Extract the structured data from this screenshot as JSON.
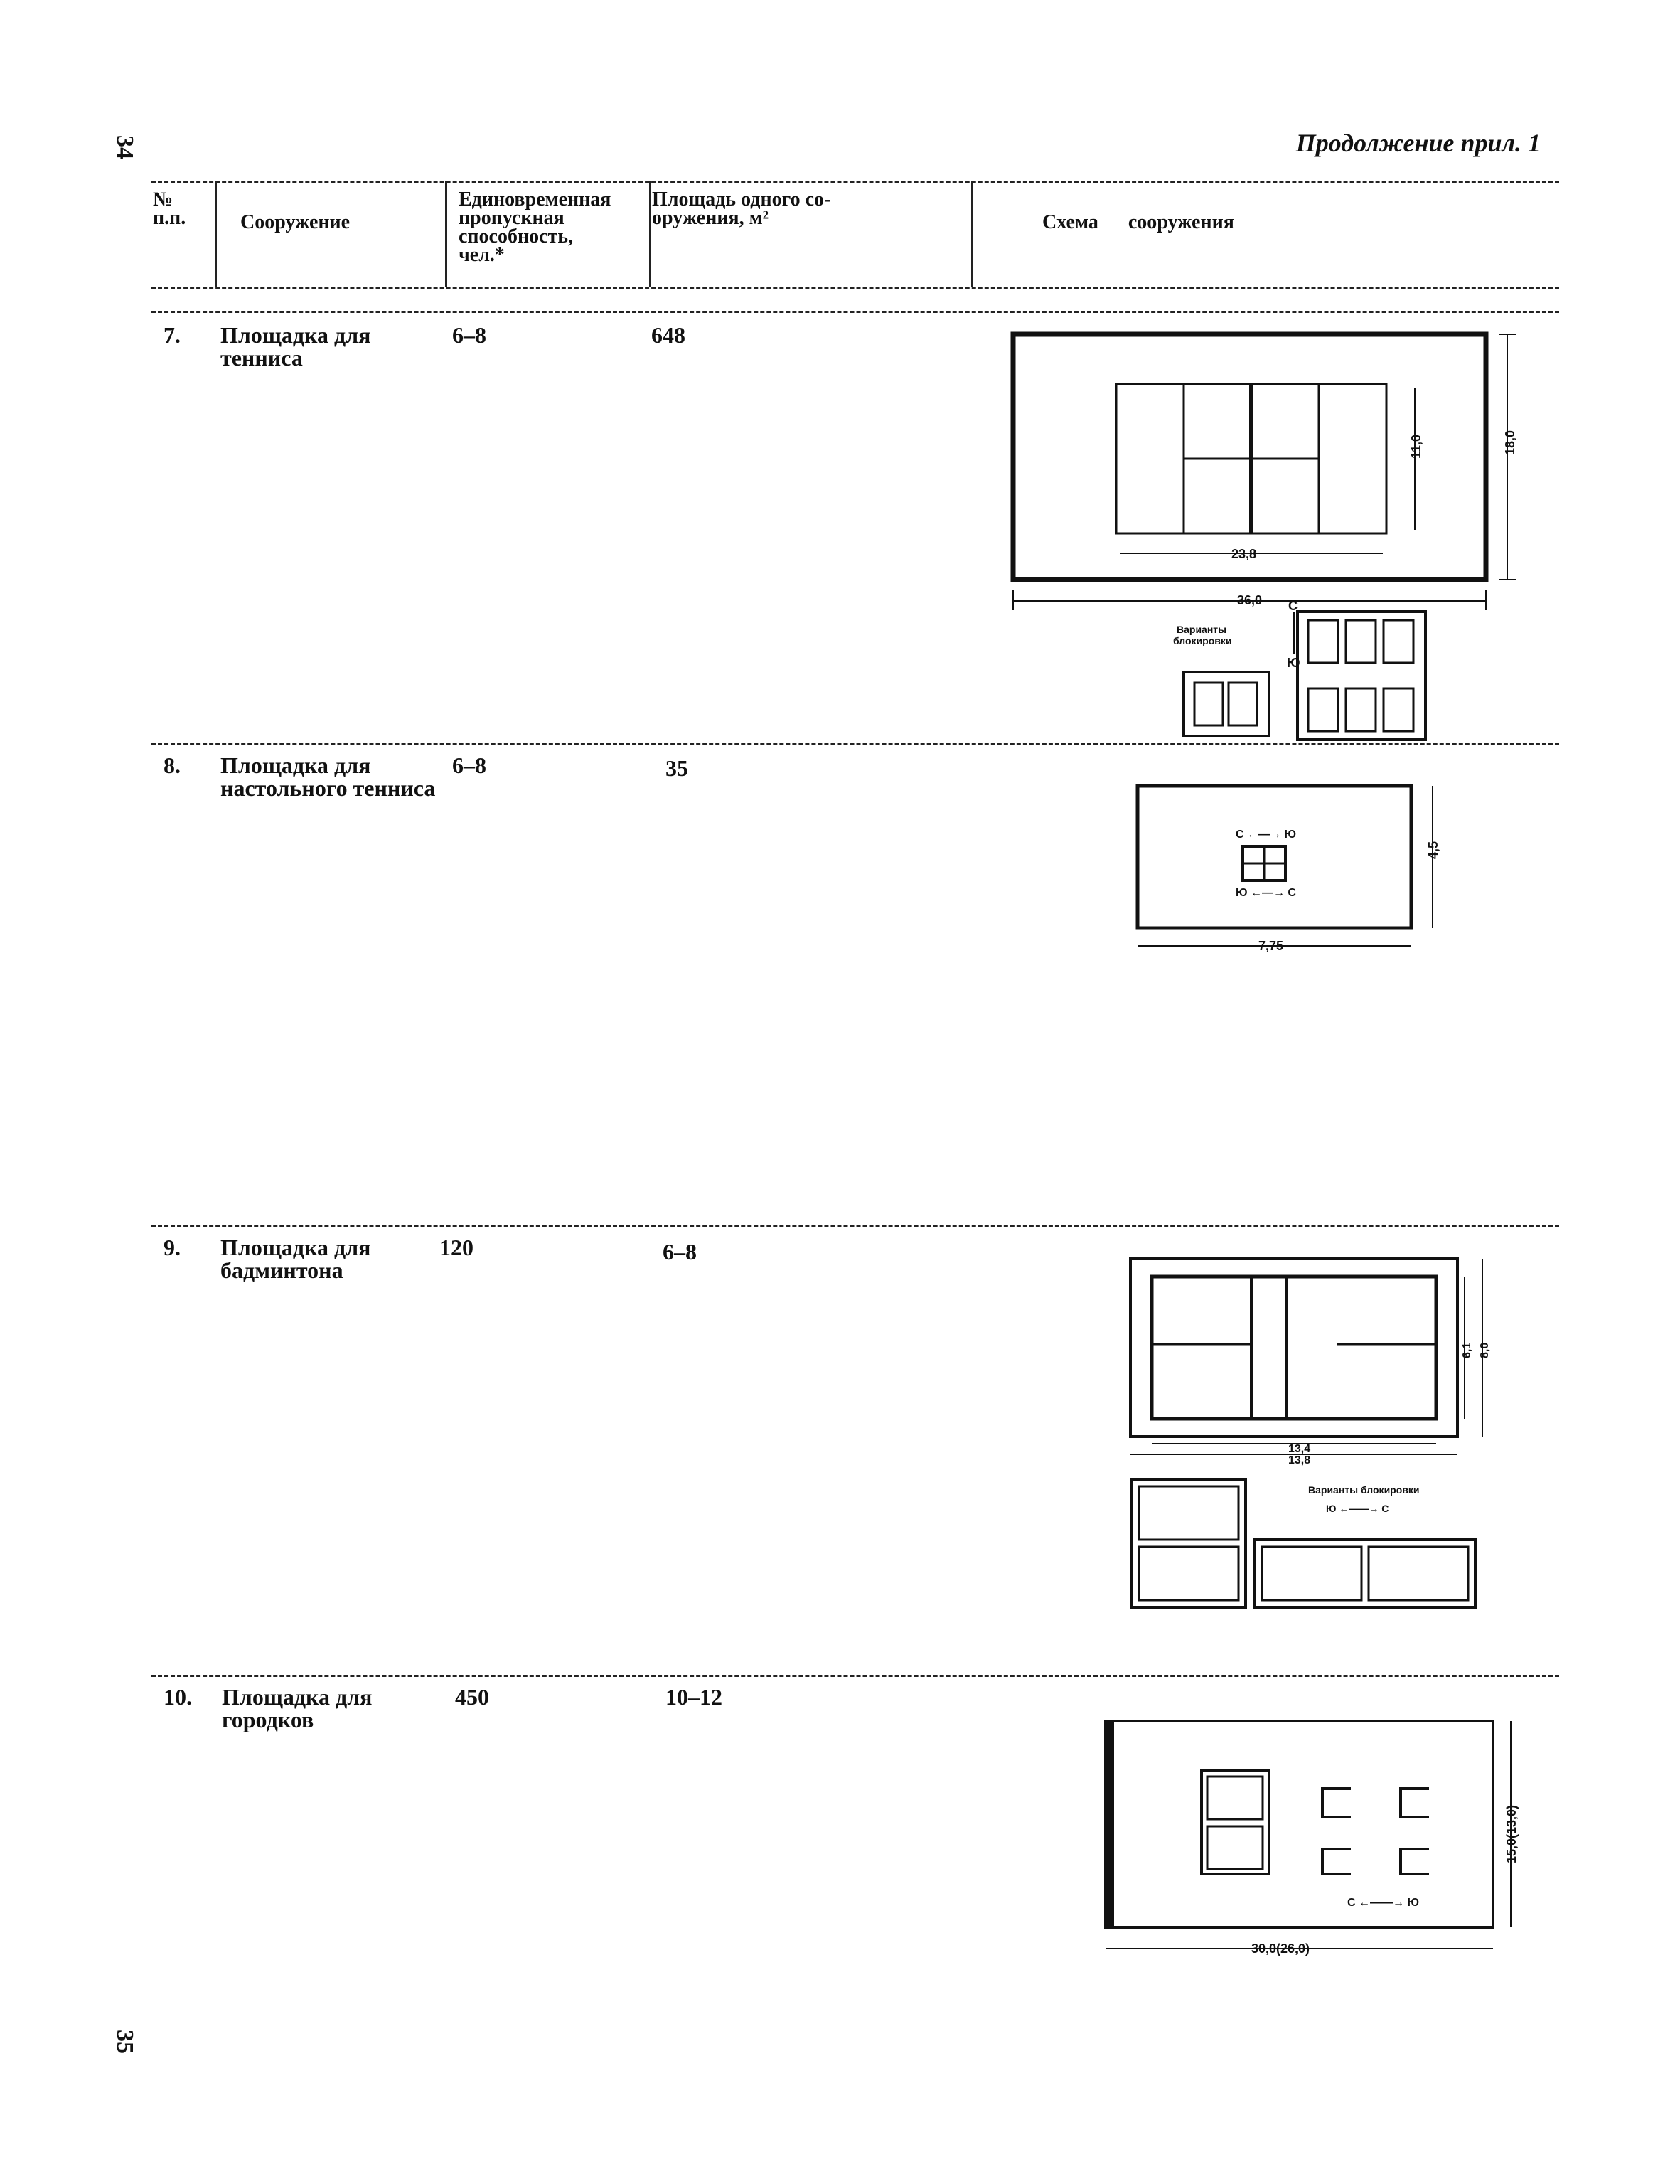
{
  "page": {
    "page_number_top": "34",
    "page_number_bottom": "35",
    "continuation": "Продолжение прил. 1"
  },
  "table": {
    "headers": {
      "num": [
        "№",
        "п.п."
      ],
      "structure": "Сооружение",
      "capacity": [
        "Единовременная",
        "пропускная",
        "способность,",
        "чел.*"
      ],
      "area": [
        "Площадь одного со-",
        "оружения, м²"
      ],
      "scheme": "Схема      сооружения"
    },
    "rows": [
      {
        "num": "7.",
        "name": [
          "Площадка для",
          "тенниса"
        ],
        "capacity": "6–8",
        "area": "648"
      },
      {
        "num": "8.",
        "name": [
          "Площадка для",
          "настольного тенниса"
        ],
        "capacity": "6–8",
        "area": "35"
      },
      {
        "num": "9.",
        "name": [
          "Площадка для",
          "бадминтона"
        ],
        "capacity": "120",
        "area": "6–8"
      },
      {
        "num": "10.",
        "name": [
          "Площадка для",
          "городков"
        ],
        "capacity": "450",
        "area": "10–12"
      }
    ]
  },
  "diagrams": {
    "tennis": {
      "width": "36,0",
      "height": "18,0",
      "court_w": "23,8",
      "court_h": "11,0",
      "north": "С",
      "south": "Ю",
      "variants": [
        "Варианты",
        "блокировки"
      ]
    },
    "table_tennis": {
      "width": "7,75",
      "height": "4,5",
      "top_arrow": "С ←—→ Ю",
      "bottom_arrow": "Ю ←—→ С"
    },
    "badminton": {
      "inner_w": "13,4",
      "outer_w": "13,8",
      "inner_h": "6,1",
      "outer_h": "8,0",
      "variants": "Варианты блокировки",
      "arrow": "Ю ←——→ С"
    },
    "gorodki": {
      "width": "30,0(26,0)",
      "height": "15,0(13,0)",
      "arrow": "С ←——→ Ю"
    }
  }
}
